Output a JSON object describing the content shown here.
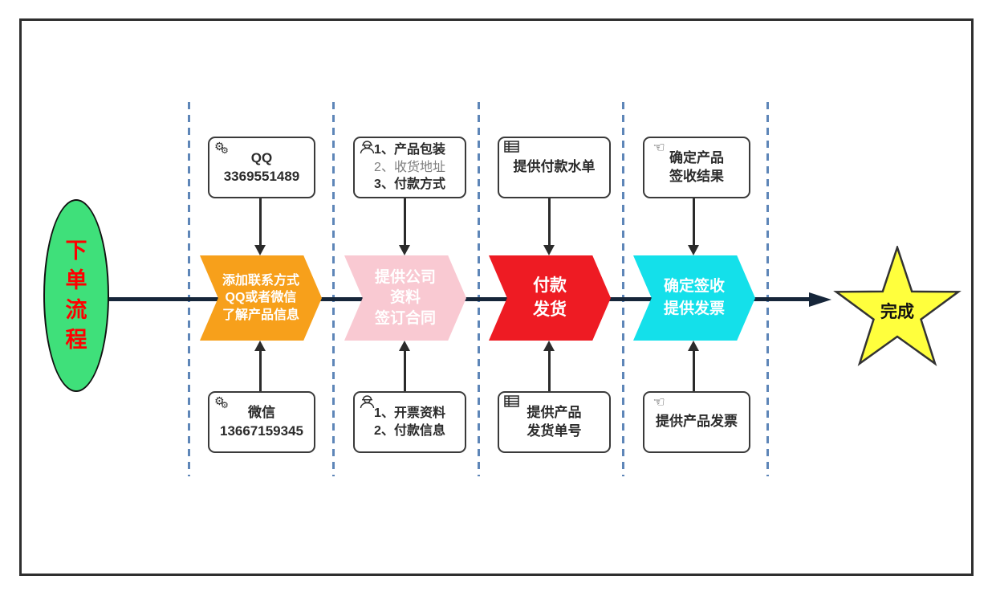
{
  "diagram_title": "下单流程",
  "colors": {
    "start_fill": "#3fe07a",
    "start_text": "#ff0000",
    "main_line": "#16263a",
    "lane_divider": "#5e86b8",
    "star_fill": "#ffff3d",
    "step_colors": [
      "#f7a01b",
      "#f9c9d2",
      "#ee1b23",
      "#14e0ea"
    ]
  },
  "icons": {
    "gear_glyph": "⚙",
    "hand_left_glyph": "☜"
  },
  "flow": {
    "start": {
      "label": "下\n单\n流\n程"
    },
    "end": {
      "label": "完成"
    },
    "steps": [
      {
        "top_box": {
          "icon": "gears-icon",
          "lines": [
            "QQ",
            "3369551489"
          ]
        },
        "label": "添加联系方式\nQQ或者微信\n了解产品信息",
        "color": "#f7a01b",
        "bottom_box": {
          "icon": "gears-icon",
          "lines": [
            "微信",
            "13667159345"
          ]
        }
      },
      {
        "top_box": {
          "icon": "worker-icon",
          "lines": [
            "1、产品包装",
            "2、收货地址",
            "3、付款方式"
          ]
        },
        "label": "提供公司\n资料\n签订合同",
        "color": "#f9c9d2",
        "bottom_box": {
          "icon": "worker-icon",
          "lines": [
            "1、开票资料",
            "2、付款信息"
          ]
        }
      },
      {
        "top_box": {
          "icon": "table-icon",
          "lines": [
            "提供付款水单"
          ]
        },
        "label": "付款\n发货",
        "color": "#ee1b23",
        "bottom_box": {
          "icon": "table-icon",
          "lines": [
            "提供产品",
            "发货单号"
          ]
        }
      },
      {
        "top_box": {
          "icon": "hand-left-icon",
          "lines": [
            "确定产品",
            "签收结果"
          ]
        },
        "label": "确定签收\n提供发票",
        "color": "#14e0ea",
        "bottom_box": {
          "icon": "hand-left-icon",
          "lines": [
            "提供产品发票"
          ]
        }
      }
    ]
  }
}
